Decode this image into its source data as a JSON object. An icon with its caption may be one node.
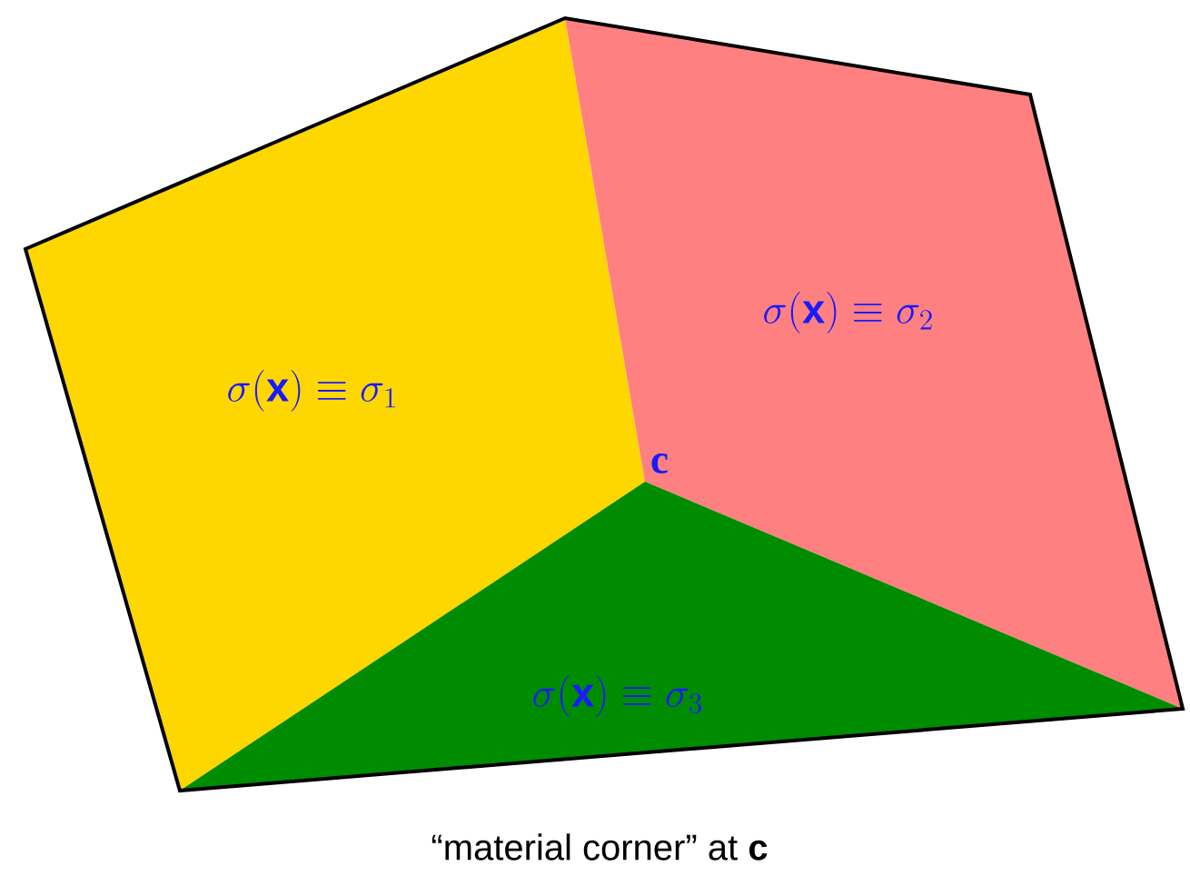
{
  "diagram": {
    "caption": "“material corner” at **c**",
    "nodes": [
      {
        "text": [
          "\\sigma(\\mathbf{x}) \\equiv \\sigma_1"
        ]
      },
      {
        "text": [
          "\\sigma(\\mathbf{x}) \\equiv \\sigma_2"
        ]
      },
      {
        "text": [
          "\\sigma(\\mathbf{x}) \\equiv \\sigma_3"
        ]
      }
    ],
    "labels": [
      "c"
    ]
  }
}
